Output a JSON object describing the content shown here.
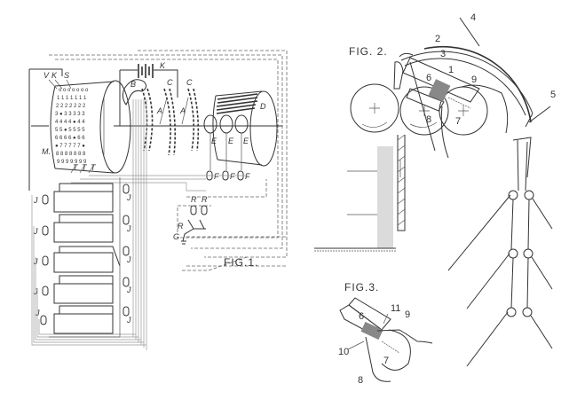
{
  "figures": {
    "fig1": {
      "title": "FIG.1.",
      "labels": {
        "drum_left": "M.",
        "drum_right": "D",
        "battery": "K",
        "switch": "R",
        "ground": "G",
        "top_v": "V",
        "top_k": "K",
        "top_s": "S",
        "cam_b": "B",
        "chain_c1": "C",
        "chain_c2": "C",
        "arm_a1": "A",
        "arm_a2": "A",
        "t1": "T",
        "t2": "T",
        "t3": "T",
        "e1": "E",
        "e2": "E",
        "e3": "E",
        "f1": "F",
        "f2": "F",
        "f3": "F",
        "r1": "R",
        "r2": "R",
        "j_left": [
          "J",
          "J",
          "J",
          "J",
          "J"
        ],
        "j_right": [
          "J",
          "J",
          "J",
          "J",
          "J"
        ]
      },
      "drum_rows": [
        "o o o o o o o",
        "1 1 1 1 1 1 1",
        "2 2 2 2 2 2 2",
        "3 ● 3 3 3 3 3",
        "4 4 4 4 ● 4 4",
        "5 5 ● 5 5 5 5",
        "6 6 6 6 ● 6 6",
        "● 7 7 7 7 7 ●",
        "8 8 8 8 8 8 8",
        "9 9 9 9 9 9 9"
      ]
    },
    "fig2": {
      "title": "FIG. 2.",
      "numbers": [
        "1",
        "2",
        "3",
        "4",
        "5",
        "6",
        "7",
        "8",
        "9"
      ]
    },
    "fig3": {
      "title": "FIG.3.",
      "numbers": [
        "6",
        "7",
        "8",
        "9",
        "10",
        "11"
      ]
    }
  }
}
